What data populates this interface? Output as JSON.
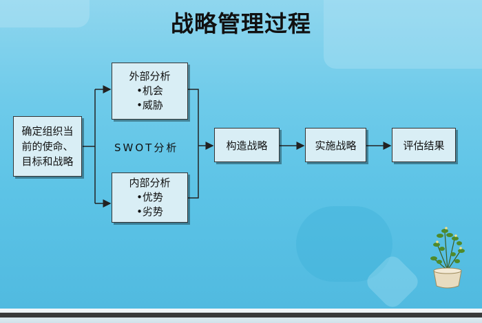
{
  "title": "战略管理过程",
  "nodes": {
    "mission": {
      "lines": [
        "确定组织当",
        "前的使命、",
        "目标和战略"
      ]
    },
    "external": {
      "heading": "外部分析",
      "items": [
        "•机会",
        "•威胁"
      ]
    },
    "internal": {
      "heading": "内部分析",
      "items": [
        "•优势",
        "•劣势"
      ]
    },
    "swot_label": "SWOT分析",
    "formulate": "构造战略",
    "implement": "实施战略",
    "evaluate": "评估结果"
  },
  "colors": {
    "background": "#5cc3e6",
    "box_fill": "#d9eef5",
    "box_border": "#333333",
    "text": "#111111"
  },
  "icons": [
    "potted-plant-icon"
  ]
}
